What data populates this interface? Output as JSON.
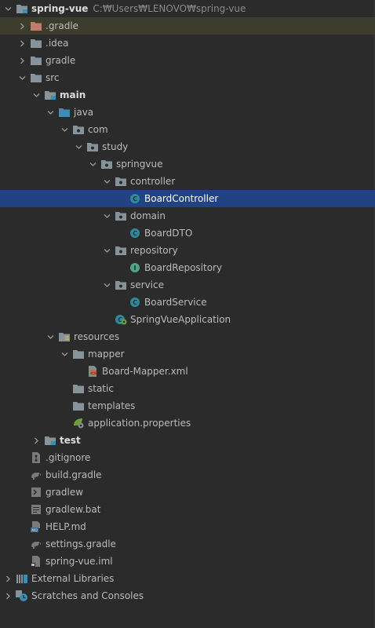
{
  "project": {
    "name": "spring-vue",
    "path": "C:₩Users₩LENOVO₩spring-vue"
  },
  "items": [
    {
      "label": ".gradle"
    },
    {
      "label": ".idea"
    },
    {
      "label": "gradle"
    },
    {
      "label": "src"
    },
    {
      "label": "main"
    },
    {
      "label": "java"
    },
    {
      "label": "com"
    },
    {
      "label": "study"
    },
    {
      "label": "springvue"
    },
    {
      "label": "controller"
    },
    {
      "label": "BoardController"
    },
    {
      "label": "domain"
    },
    {
      "label": "BoardDTO"
    },
    {
      "label": "repository"
    },
    {
      "label": "BoardRepository"
    },
    {
      "label": "service"
    },
    {
      "label": "BoardService"
    },
    {
      "label": "SpringVueApplication"
    },
    {
      "label": "resources"
    },
    {
      "label": "mapper"
    },
    {
      "label": "Board-Mapper.xml"
    },
    {
      "label": "static"
    },
    {
      "label": "templates"
    },
    {
      "label": "application.properties"
    },
    {
      "label": "test"
    },
    {
      "label": ".gitignore"
    },
    {
      "label": "build.gradle"
    },
    {
      "label": "gradlew"
    },
    {
      "label": "gradlew.bat"
    },
    {
      "label": "HELP.md"
    },
    {
      "label": "settings.gradle"
    },
    {
      "label": "spring-vue.iml"
    },
    {
      "label": "External Libraries"
    },
    {
      "label": "Scratches and Consoles"
    }
  ],
  "icons": {
    "folder": "folder-icon",
    "excluded_folder": "excluded-folder-icon",
    "source_folder": "source-folder-icon",
    "module_folder": "module-folder-icon",
    "package": "package-icon",
    "resources_folder": "resources-folder-icon",
    "class": "class-icon",
    "interface": "interface-icon",
    "spring_boot_app": "spring-boot-app-icon",
    "xml": "xml-file-icon",
    "spring_properties": "spring-properties-icon",
    "gitignore": "gitignore-icon",
    "gradle": "gradle-elephant-icon",
    "shell": "shell-script-icon",
    "text": "text-file-icon",
    "markdown": "markdown-icon",
    "iml": "iml-file-icon",
    "libraries": "libraries-icon",
    "scratches": "scratches-icon"
  },
  "colors": {
    "background": "#2b2b2b",
    "selection": "#214283",
    "highlight": "#3d3d2e",
    "text": "#bbbbbb",
    "folder": "#87939a",
    "excluded_folder": "#c07c6a",
    "source_folder": "#3d8cb3",
    "class": "#2f8a9e"
  }
}
